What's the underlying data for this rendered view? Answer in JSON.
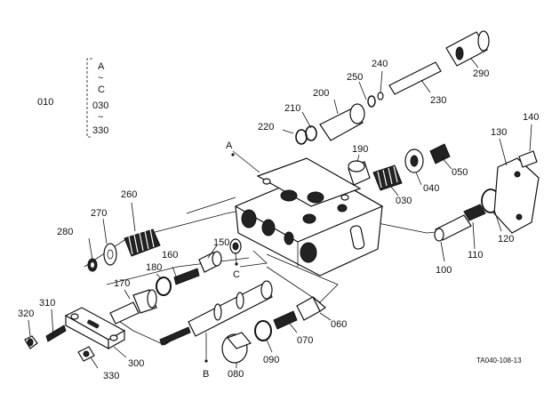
{
  "diagram": {
    "figure_code": "TA040-108-13",
    "group_legend": {
      "code": "010",
      "range": [
        "A",
        "~",
        "C",
        "030",
        "~",
        "330"
      ]
    },
    "callouts": [
      "A",
      "B",
      "C"
    ],
    "part_numbers": [
      "010",
      "030",
      "040",
      "050",
      "060",
      "070",
      "080",
      "090",
      "100",
      "110",
      "120",
      "130",
      "140",
      "150",
      "160",
      "170",
      "180",
      "190",
      "200",
      "210",
      "220",
      "230",
      "240",
      "250",
      "260",
      "270",
      "280",
      "290",
      "300",
      "310",
      "320",
      "330"
    ]
  }
}
